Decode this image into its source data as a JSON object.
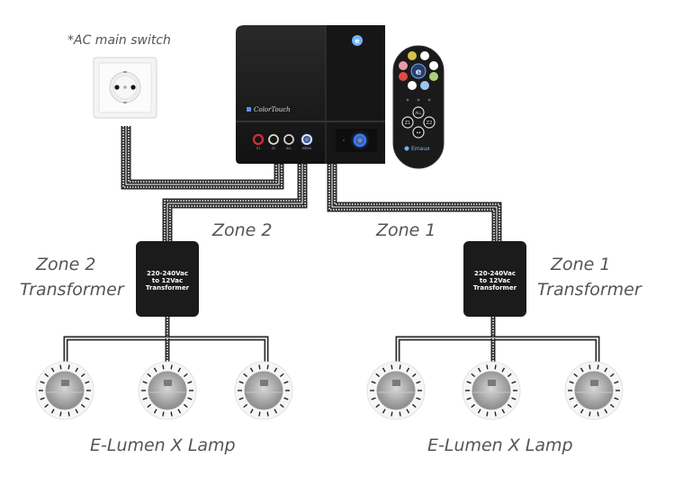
{
  "diagram": {
    "title": "ColorTouch lighting controller wiring diagram",
    "labels": {
      "ac_switch": "*AC main switch",
      "zone2": "Zone 2",
      "zone1": "Zone 1",
      "zone2_transformer_line1": "Zone 2",
      "zone2_transformer_line2": "Transformer",
      "zone1_transformer_line1": "Zone 1",
      "zone1_transformer_line2": "Transformer",
      "lamp_group_left": "E-Lumen X Lamp",
      "lamp_group_right": "E-Lumen X Lamp"
    },
    "controller": {
      "brand_label": "ColorTouch",
      "logo_letter": "e",
      "buttons": [
        {
          "label": "Z1",
          "color": "#d0303a"
        },
        {
          "label": "Z2",
          "color": "#d8e0c0"
        },
        {
          "label": "ALL",
          "color": "#cfcfcf"
        },
        {
          "label": "MENU",
          "color": "#6aa8ff"
        }
      ],
      "power_button_color": "#3a7bff"
    },
    "remote": {
      "brand_label": "Emaux",
      "logo_letter": "e",
      "color_buttons": [
        "#d6c24a",
        "#ffffff",
        "#e89aa8",
        "#ffffff",
        "#e04848",
        "#a8d27a",
        "#ffffff",
        "#9fc4f0"
      ],
      "nav_buttons": [
        "ALL",
        "Z1",
        "Z2",
        "↔"
      ]
    },
    "transformers": [
      {
        "id": "zone2",
        "line1": "220-240Vac",
        "line2": "to 12Vac",
        "line3": "Transformer"
      },
      {
        "id": "zone1",
        "line1": "220-240Vac",
        "line2": "to 12Vac",
        "line3": "Transformer"
      }
    ],
    "lamps": {
      "zone2_count": 3,
      "zone1_count": 3
    },
    "colors": {
      "label_text": "#555555",
      "device_body": "#1b1b1b",
      "wire": "#2b2b2b"
    }
  }
}
